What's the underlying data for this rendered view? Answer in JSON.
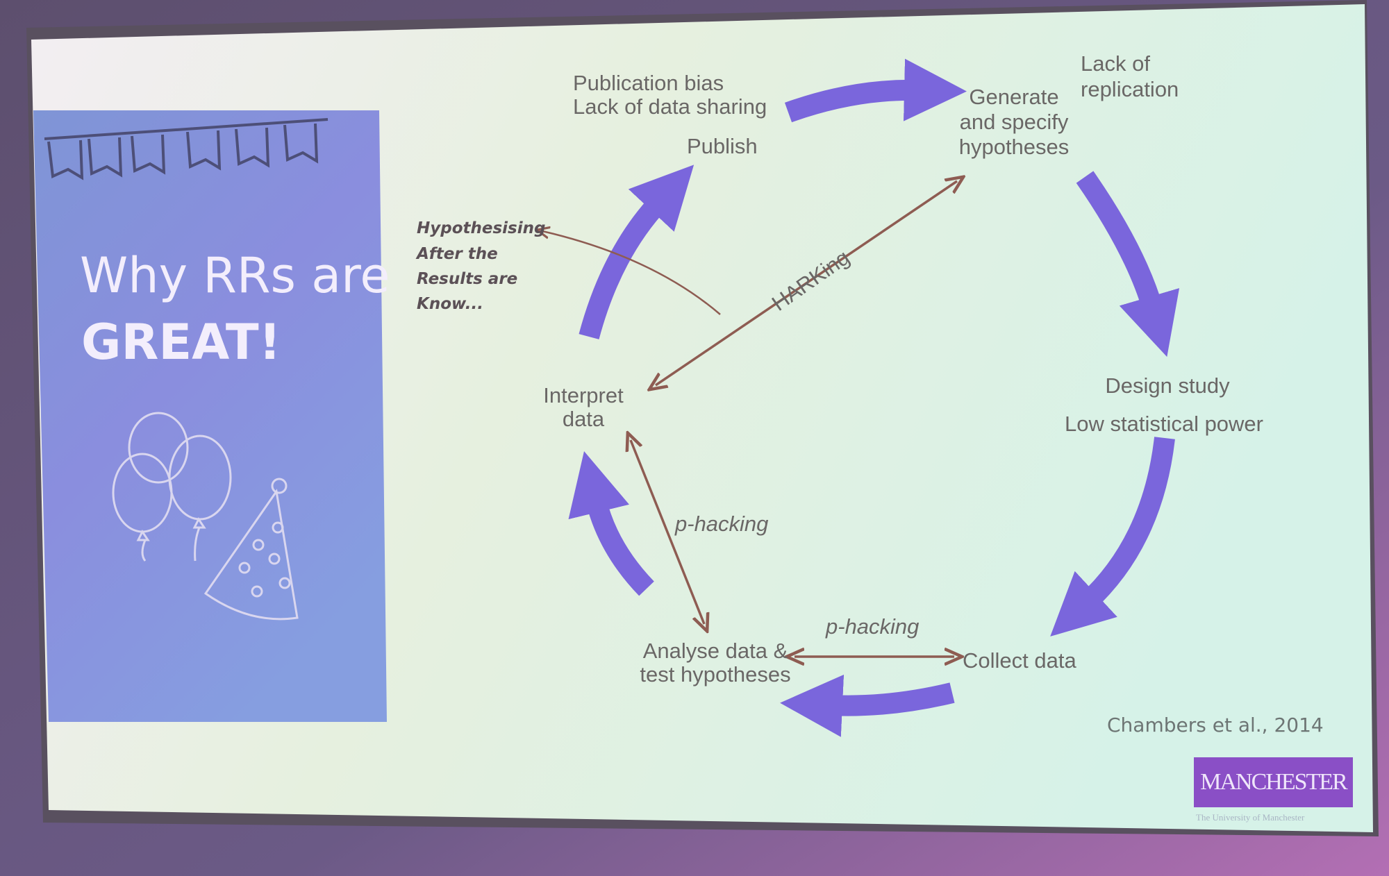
{
  "slide": {
    "title_line1": "Why RRs are",
    "title_line2": "GREAT!",
    "citation": "Chambers et al., 2014",
    "logo": {
      "text": "MANCHESTER",
      "subtitle": "The University of Manchester"
    }
  },
  "diagram": {
    "nodes": {
      "generate": [
        "Generate",
        "and specify",
        "hypotheses"
      ],
      "design": "Design study",
      "collect": "Collect data",
      "analyse": [
        "Analyse data &",
        "test hypotheses"
      ],
      "interpret": [
        "Interpret",
        "data"
      ],
      "publish": "Publish"
    },
    "problems": {
      "publication": [
        "Publication bias",
        "Lack of data sharing"
      ],
      "replication": [
        "Lack of",
        "replication"
      ],
      "power": "Low statistical power",
      "p_hacking_bottom": "p-hacking",
      "p_hacking_left": "p-hacking",
      "harking": "HARKing"
    },
    "harking_note": [
      "Hypothesising",
      "After the",
      "Results are",
      "Know..."
    ]
  },
  "colors": {
    "cycle_arrow": "#7a66dc",
    "problem_arrow": "#8e5c52",
    "panel": "#8894dc",
    "logo": "#8a4fc6"
  }
}
